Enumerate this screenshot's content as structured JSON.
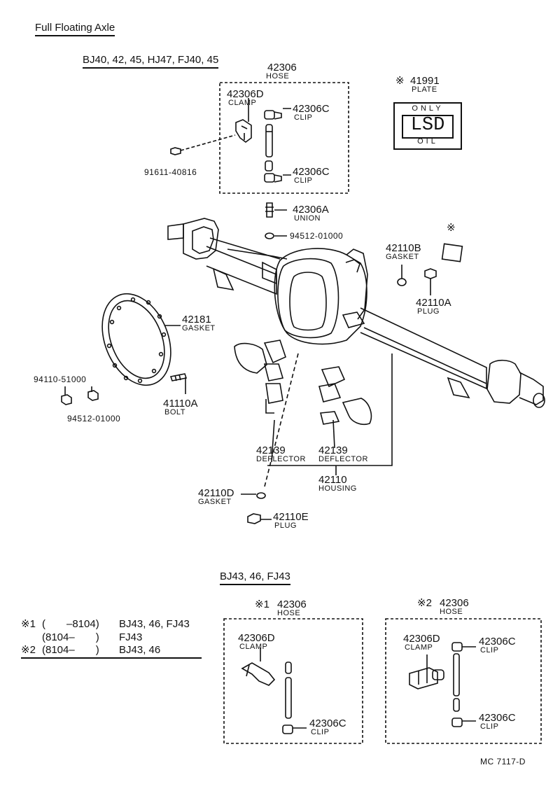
{
  "header": {
    "title": "Full Floating Axle",
    "models_top": "BJ40, 42, 45, HJ47, FJ40, 45",
    "models_bottom": "BJ43, 46, FJ43"
  },
  "hose_group": {
    "hose": {
      "num": "42306",
      "name": "HOSE"
    },
    "clamp": {
      "num": "42306D",
      "name": "CLAMP"
    },
    "clip_top": {
      "num": "42306C",
      "name": "CLIP"
    },
    "clip_bottom": {
      "num": "42306C",
      "name": "CLIP"
    },
    "bolt": {
      "num": "91611-40816"
    }
  },
  "plate": {
    "mark": "※",
    "num": "41991",
    "name": "PLATE",
    "top": "ONLY",
    "main": "LSD",
    "bottom": "OIL"
  },
  "small_mark": "※",
  "parts": {
    "union": {
      "num": "42306A",
      "name": "UNION"
    },
    "washer_top": {
      "num": "94512-01000"
    },
    "gasket_b": {
      "num": "42110B",
      "name": "GASKET"
    },
    "plug_a": {
      "num": "42110A",
      "name": "PLUG"
    },
    "gasket": {
      "num": "42181",
      "name": "GASKET"
    },
    "nut": {
      "num": "94110-51000"
    },
    "washer_low": {
      "num": "94512-01000"
    },
    "bolt": {
      "num": "41110A",
      "name": "BOLT"
    },
    "deflector_l": {
      "num": "42139",
      "name": "DEFLECTOR"
    },
    "deflector_r": {
      "num": "42139",
      "name": "DEFLECTOR"
    },
    "housing": {
      "num": "42110",
      "name": "HOUSING"
    },
    "gasket_d": {
      "num": "42110D",
      "name": "GASKET"
    },
    "plug_e": {
      "num": "42110E",
      "name": "PLUG"
    }
  },
  "notes": {
    "n1_mark": "※1",
    "n1_range": "(　　–8104)",
    "n1_models": "BJ43, 46, FJ43",
    "n1b_range": "(8104–　　)",
    "n1b_models": "FJ43",
    "n2_mark": "※2",
    "n2_range": "(8104–　　)",
    "n2_models": "BJ43, 46"
  },
  "hose_alt1": {
    "mark": "※1",
    "hose": {
      "num": "42306",
      "name": "HOSE"
    },
    "clamp": {
      "num": "42306D",
      "name": "CLAMP"
    },
    "clip": {
      "num": "42306C",
      "name": "CLIP"
    }
  },
  "hose_alt2": {
    "mark": "※2",
    "hose": {
      "num": "42306",
      "name": "HOSE"
    },
    "clamp": {
      "num": "42306D",
      "name": "CLAMP"
    },
    "clip_top": {
      "num": "42306C",
      "name": "CLIP"
    },
    "clip_bottom": {
      "num": "42306C",
      "name": "CLIP"
    }
  },
  "footer": {
    "code": "MC  7117-D"
  }
}
